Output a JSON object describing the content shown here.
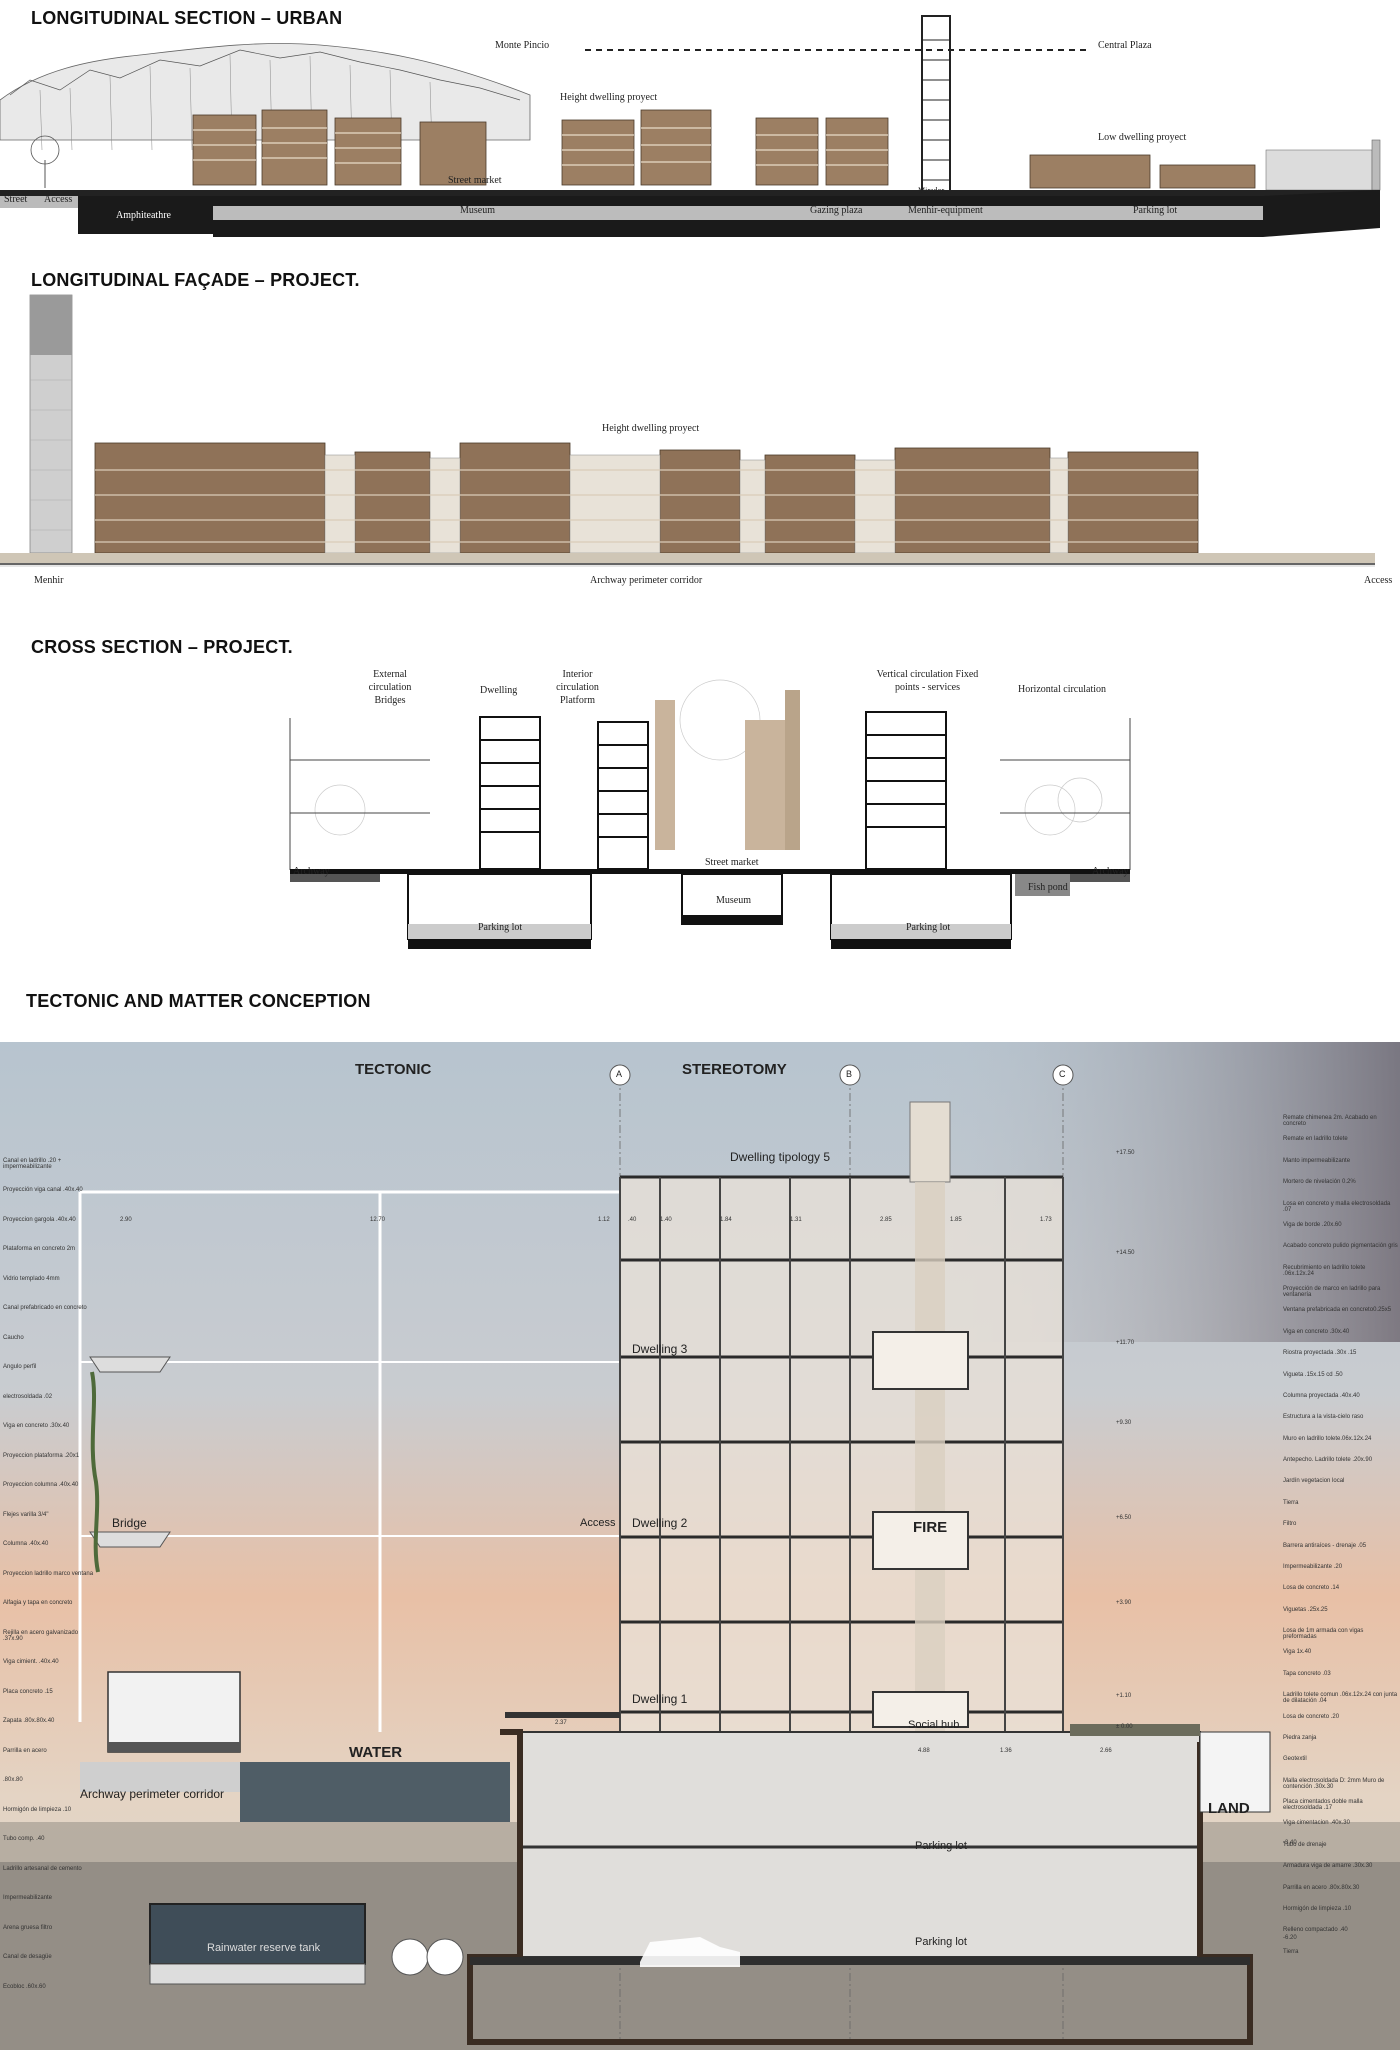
{
  "headings": {
    "urban": "LONGITUDINAL SECTION – URBAN",
    "facade": "LONGITUDINAL FAÇADE – PROJECT.",
    "cross": "CROSS SECTION – PROJECT.",
    "tectonic": "TECTONIC AND MATTER CONCEPTION"
  },
  "urban": {
    "monte_pincio": "Monte Pincio",
    "central_plaza": "Central Plaza",
    "height_dwelling": "Height dwelling proyect",
    "low_dwelling": "Low dwelling proyect",
    "street": "Street",
    "access": "Access",
    "amphitheatre": "Amphiteathre",
    "street_market": "Street market",
    "museum": "Museum",
    "gazing_plaza": "Gazing plaza",
    "menhir_equipment": "Menhir-equipment",
    "parking_lot": "Parking lot",
    "mirador": "Mirador"
  },
  "facade": {
    "height_dwelling": "Height dwelling proyect",
    "menhir": "Menhir",
    "archway": "Archway perimeter corridor",
    "access": "Access"
  },
  "cross": {
    "external": "External circulation Bridges",
    "dwelling": "Dwelling",
    "interior": "Interior circulation Platform",
    "vertical": "Vertical circulation Fixed points - services",
    "horizontal": "Horizontal circulation",
    "archway_left": "Archway",
    "archway_right": "Archway",
    "street_market": "Street market",
    "museum": "Museum",
    "parking_left": "Parking lot",
    "parking_right": "Parking lot",
    "fish_pond": "Fish pond"
  },
  "tectonic": {
    "tectonic": "TECTONIC",
    "stereotomy": "STEREOTOMY",
    "axis_a": "A",
    "axis_b": "B",
    "axis_c": "C",
    "dwelling_tipology": "Dwelling tipology 5",
    "dwelling3": "Dwelling 3",
    "dwelling2": "Dwelling 2",
    "dwelling1": "Dwelling 1",
    "access": "Access",
    "bridge": "Bridge",
    "fire": "FIRE",
    "water": "WATER",
    "land": "LAND",
    "social_hub": "Social hub",
    "archway": "Archway perimeter corridor",
    "parking_upper": "Parking lot",
    "parking_lower": "Parking lot",
    "rainwater": "Rainwater reserve tank",
    "levels": [
      "+17.50",
      "+14.50",
      "+11.70",
      "+9.30",
      "+6.50",
      "+3.90",
      "+1.10",
      "± 0.00",
      "-3.40",
      "-6.20"
    ],
    "notes_right": [
      "Remate chimenea 2m. Acabado en concreto",
      "Remate en ladrillo tolete",
      "Manto impermeabilizante",
      "Mortero de nivelación 0.2%",
      "Losa en concreto y malla electrosoldada .07",
      "Viga de borde .20x.60",
      "Acabado concreto pulido pigmentación gris",
      "Recubrimiento en ladrillo tolete .06x.12x.24",
      "Proyección de marco en ladrillo para ventanería",
      "Ventana prefabricada en concreto0.25x5",
      "Viga en concreto .30x.40",
      "Riostra proyectada .30x .15",
      "Vigueta .15x.15 cd .50",
      "Columna proyectada .40x.40",
      "Estructura a la vista-cielo raso",
      "Muro en ladrillo tolete.06x.12x.24",
      "Antepecho. Ladrillo tolete .20x.90",
      "Jardín vegetacion local",
      "Tierra",
      "Filtro",
      "Barrera antiraíces - drenaje .05",
      "Impermeabilizante .20",
      "Losa de concreto .14",
      "Viguetas .25x.25",
      "Losa de 1m armada con vigas preformadas",
      "Viga 1x.40",
      "Tapa concreto .03",
      "Ladrillo tolete comun .06x.12x.24 con junta de dilatación .04",
      "Losa de concreto .20",
      "Piedra zanja",
      "Geotextil",
      "Malla electrosoldada D: 2mm Muro de contención .30x.30",
      "Placa cimentados doble malla electrosoldada .17",
      "Viga cimentacion .40x.30",
      "Tubo de drenaje",
      "Armadura viga de amarre .30x.30",
      "Parrilla en acero .80x.80x.30",
      "Hormigón de limpieza .10",
      "Relleno compactado .40",
      "Tierra"
    ],
    "notes_left": [
      "Canal en ladrillo .20 + impermeabilizante",
      "Proyección viga canal .40x.40",
      "Proyeccion gargola .40x.40",
      "Plataforma en concreto 2m",
      "Vidrio templado 4mm",
      "Canal prefabricado en concreto",
      "Caucho",
      "Angulo perfil",
      "electrosoldada .02",
      "Viga en concreto .30x.40",
      "Proyeccion plataforma .20x1",
      "Proyeccion columna .40x.40",
      "Flejes varilla 3/4\"",
      "Columna .40x.40",
      "Proyeccion ladrillo marco ventana",
      "Alfagia y tapa en concreto",
      "Rejilla en acero galvanizado .37x.90",
      "Viga cimient. .40x.40",
      "Placa concreto .15",
      "Zapata .80x.80x.40",
      "Parrilla en acero",
      ".80x.80",
      "Hormigón de limpieza .10",
      "Tubo comp. .40",
      "Ladrillo artesanal de cemento",
      "Impermeabilizante",
      "Arena gruesa filtro",
      "Canal de desagüe",
      "Ecobloc .60x.60"
    ],
    "dims": [
      "2.90",
      "12.70",
      "1.12",
      ".40",
      "1.40",
      "1.84",
      "1.31",
      "2.85",
      "1.85",
      "1.73",
      "4.88",
      "2.37",
      "1.36",
      "2.66"
    ]
  }
}
